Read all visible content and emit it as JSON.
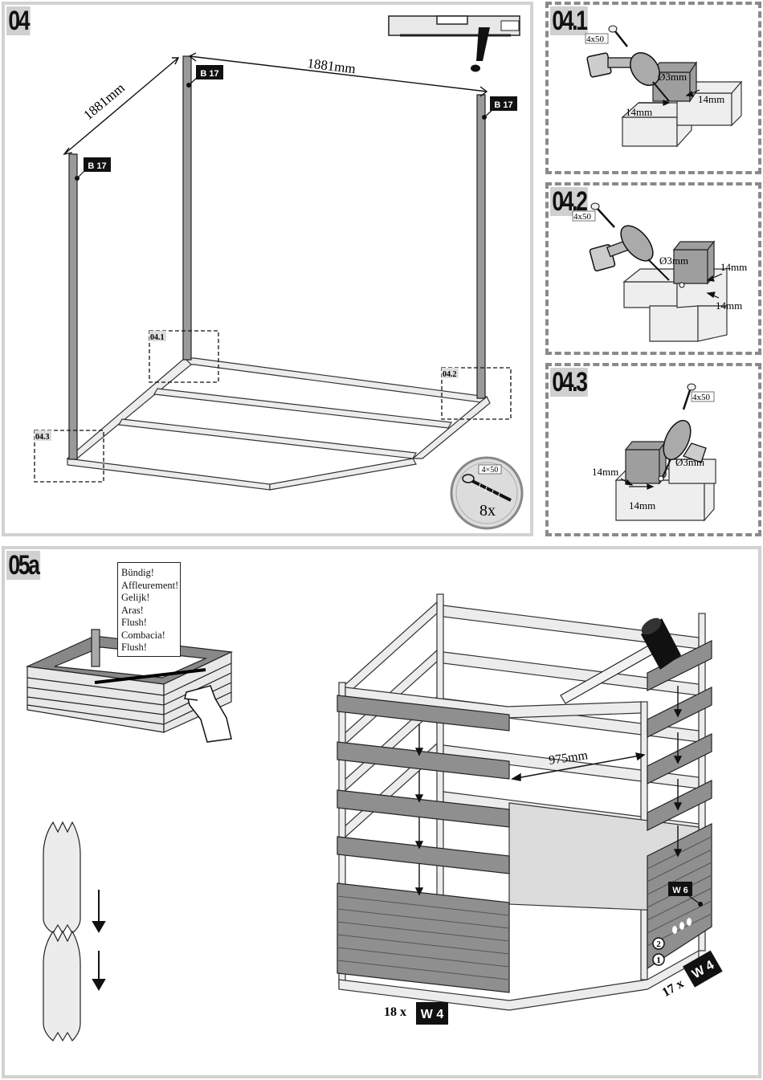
{
  "steps": {
    "s04": "04",
    "s041": "04.1",
    "s042": "04.2",
    "s043": "04.3",
    "s05a": "05a"
  },
  "part_labels": {
    "b17": "B 17",
    "w4": "W 4",
    "w6": "W 6"
  },
  "dimensions": {
    "side_a": "1881mm",
    "side_b": "1881mm",
    "hole": "Ø3mm",
    "offset": "14mm",
    "gap": "975mm"
  },
  "detail_markers": {
    "m1": "04.1",
    "m2": "04.2",
    "m3": "04.3"
  },
  "screw": {
    "size": "4×50",
    "size_small": "4x50",
    "count": "8x"
  },
  "counts": {
    "left": "18 x",
    "right": "17 x"
  },
  "order_marks": {
    "first": "1",
    "second": "2"
  },
  "flush_note": [
    "Bündig!",
    "Affleurement!",
    "Gelijk!",
    "Aras!",
    "Flush!",
    "Combacia!",
    "Flush!"
  ],
  "icons": {
    "warning": "exclamation-icon",
    "level": "spirit-level-icon",
    "hammer": "mallet-icon",
    "drill": "drill-icon",
    "screw": "screw-icon",
    "hand": "hand-icon"
  },
  "colors": {
    "panel_border": "#d2d2d2",
    "detail_border": "#8a8a8a",
    "board_grey": "#8f8f8f",
    "frame_light": "#e6e6e6",
    "tag_black": "#111111"
  }
}
